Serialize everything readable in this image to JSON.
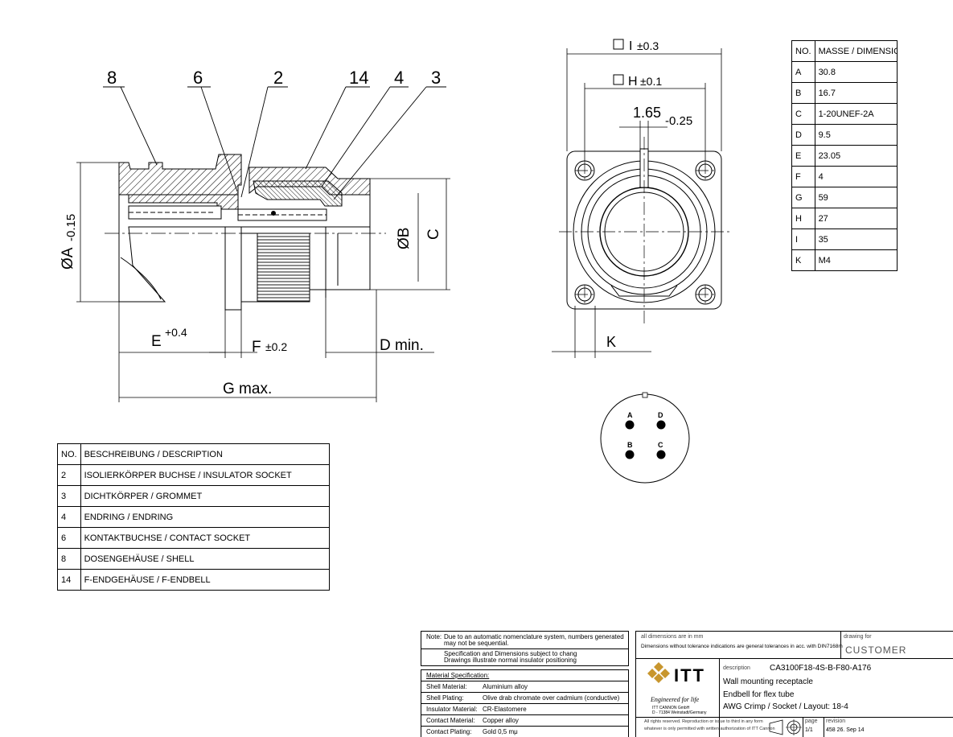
{
  "section_view": {
    "callouts": [
      "8",
      "6",
      "2",
      "14",
      "4",
      "3"
    ],
    "dim_A": "ØA",
    "dim_A_tol": "-0.15",
    "dim_B": "ØB",
    "dim_C": "C",
    "dim_E": "E",
    "dim_E_tol": "+0.4",
    "dim_F": "F",
    "dim_F_tol": "±0.2",
    "dim_D": "D  min.",
    "dim_G": "G  max."
  },
  "front_view": {
    "dim_I": "I",
    "dim_I_tol": "±0.3",
    "dim_H": "H",
    "dim_H_tol": "±0.1",
    "dim_slot": "1.65",
    "dim_slot_tol": "-0.25",
    "dim_K": "K"
  },
  "pin_layout": {
    "pins": [
      "A",
      "D",
      "B",
      "C"
    ]
  },
  "dimension_table": {
    "header": [
      "NO.",
      "MASSE / DIMENSION"
    ],
    "rows": [
      [
        "A",
        "30.8"
      ],
      [
        "B",
        "16.7"
      ],
      [
        "C",
        "1-20UNEF-2A"
      ],
      [
        "D",
        "9.5"
      ],
      [
        "E",
        "23.05"
      ],
      [
        "F",
        "4"
      ],
      [
        "G",
        "59"
      ],
      [
        "H",
        "27"
      ],
      [
        "I",
        "35"
      ],
      [
        "K",
        "M4"
      ]
    ]
  },
  "parts_table": {
    "header": [
      "NO.",
      "BESCHREIBUNG / DESCRIPTION"
    ],
    "rows": [
      [
        "2",
        "ISOLIERKÖRPER BUCHSE / INSULATOR SOCKET"
      ],
      [
        "3",
        "DICHTKÖRPER / GROMMET"
      ],
      [
        "4",
        "ENDRING / ENDRING"
      ],
      [
        "6",
        "KONTAKTBUCHSE / CONTACT SOCKET"
      ],
      [
        "8",
        "DOSENGEHÄUSE / SHELL"
      ],
      [
        "14",
        "F-ENDGEHÄUSE / F-ENDBELL"
      ]
    ]
  },
  "notes": {
    "label": "Note:",
    "line1": "Due to an automatic nomenclature system, numbers generated",
    "line2": "may not be sequential.",
    "line3": "Specification and Dimensions subject to chang",
    "line4": "Drawings illustrate normal insulator positioning"
  },
  "material_spec": {
    "title": "Material Specification:",
    "rows": [
      [
        "Shell Material:",
        "Aluminium alloy"
      ],
      [
        "Shell Plating:",
        "Olive drab chromate over cadmium (conductive)"
      ],
      [
        "Insulator Material:",
        "CR-Elastomere"
      ],
      [
        "Contact Material:",
        "Copper alloy"
      ],
      [
        "Contact Plating:",
        "Gold 0,5 mμ"
      ]
    ]
  },
  "title_block": {
    "units_note": "all dimensions are in mm",
    "tolerance_note": "Dimensions without tolerance indications are general tolerances in acc. with DIN7168m",
    "drawing_for_label": "drawing for",
    "drawing_for": "CUSTOMER",
    "logo_text": "ITT",
    "tagline": "Engineered for life",
    "company_line1": "ITT CANNON GmbH",
    "company_line2": "D - 71384 Weinstadt/Germany",
    "description_label": "description",
    "part_number": "CA3100F18-4S-B-F80-A176",
    "desc1": "Wall mounting receptacle",
    "desc2": "Endbell for flex tube",
    "desc3": "AWG Crimp / Socket / Layout: 18-4",
    "rights1": "All rights reserved. Reproduction or issue to third in any form",
    "rights2": "whatever is only permitted with written authorization of ITT Cannon",
    "page_label": "page",
    "page": "1/1",
    "revision_label": "revision",
    "revision": "458 26. Sep 14"
  }
}
